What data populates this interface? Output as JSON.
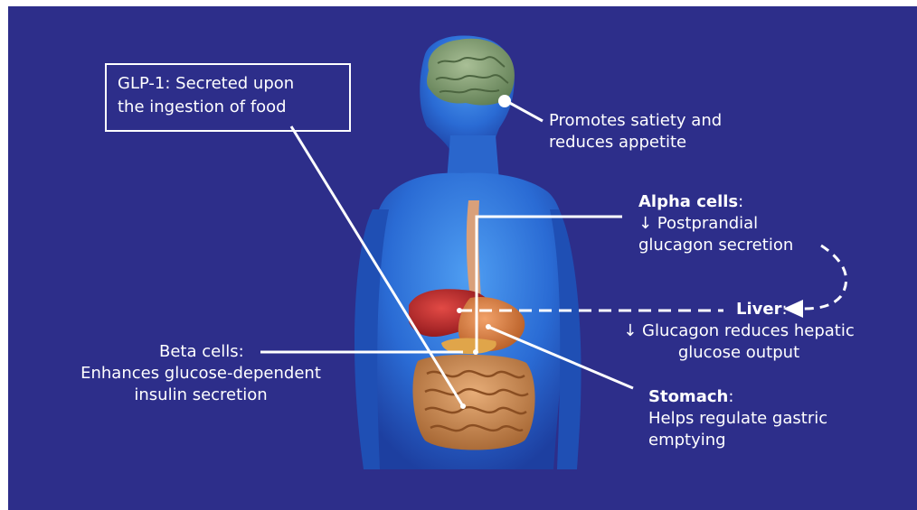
{
  "glp1": {
    "line1": "GLP-1: Secreted upon",
    "line2": "the ingestion of food"
  },
  "brain": {
    "line1": "Promotes satiety and",
    "line2": "reduces appetite"
  },
  "alpha": {
    "title": "Alpha cells",
    "colon": ":",
    "line1": "↓ Postprandial",
    "line2": "glucagon secretion"
  },
  "liver": {
    "title": "Liver",
    "colon": ":",
    "line1": "↓ Glucagon reduces hepatic",
    "line2": "glucose output"
  },
  "beta": {
    "line1": "Beta cells:",
    "line2": "Enhances glucose-dependent",
    "line3": "insulin secretion"
  },
  "stomach": {
    "title": "Stomach",
    "colon": ":",
    "line1": "Helps regulate gastric",
    "line2": "emptying"
  },
  "colors": {
    "background": "#2d2e8a",
    "body": "#2b6fd6",
    "text": "#ffffff",
    "brain": "#7f9a6c",
    "liver": "#b3262b",
    "stomach": "#d9753a",
    "intestine": "#c98a55"
  }
}
